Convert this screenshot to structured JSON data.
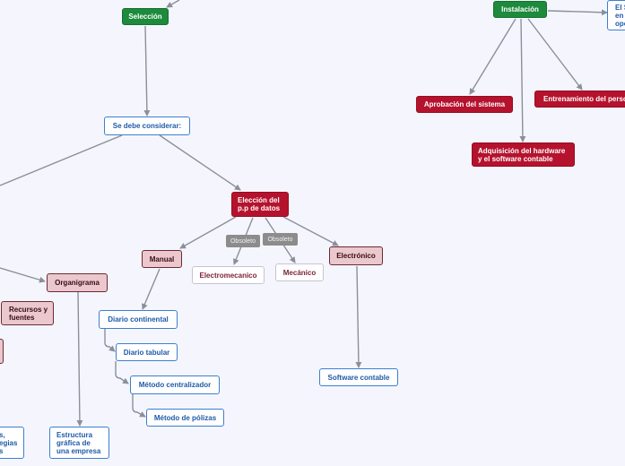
{
  "nodes": {
    "seleccion": "Selección",
    "instalacion": "Instalación",
    "el_sistema": "El S\nen\nope",
    "aprobacion": "Aprobación del sistema",
    "entrenamiento": "Entrenamiento del perso",
    "adquisicion": "Adquisición del hardware\ny el software contable",
    "considerar": "Se debe considerar:",
    "eleccion": "Elección del\np.p de datos",
    "manual": "Manual",
    "electromecanico": "Electromecanico",
    "mecanico": "Mecánico",
    "electronico": "Electrónico",
    "organigrama": "Organigrama",
    "recursos": "Recursos y\nfuentes",
    "diario_continental": "Diario continental",
    "diario_tabular": "Diario tabular",
    "metodo_centralizador": "Método centralizador",
    "metodo_polizas": "Método de pólizas",
    "software_contable": "Software contable",
    "estructura": "Estructura\ngráfica de\nuna empresa",
    "reglas_partial": "s,\negias\ns"
  },
  "tags": {
    "obsoleto_1": "Obsoleto",
    "obsoleto_2": "Obsoleto"
  },
  "colors": {
    "green": "#1d8a3c",
    "red": "#b5122d",
    "pink": "#eac8cd",
    "blue_text": "#1f5aa8",
    "connector": "#8a9099"
  }
}
